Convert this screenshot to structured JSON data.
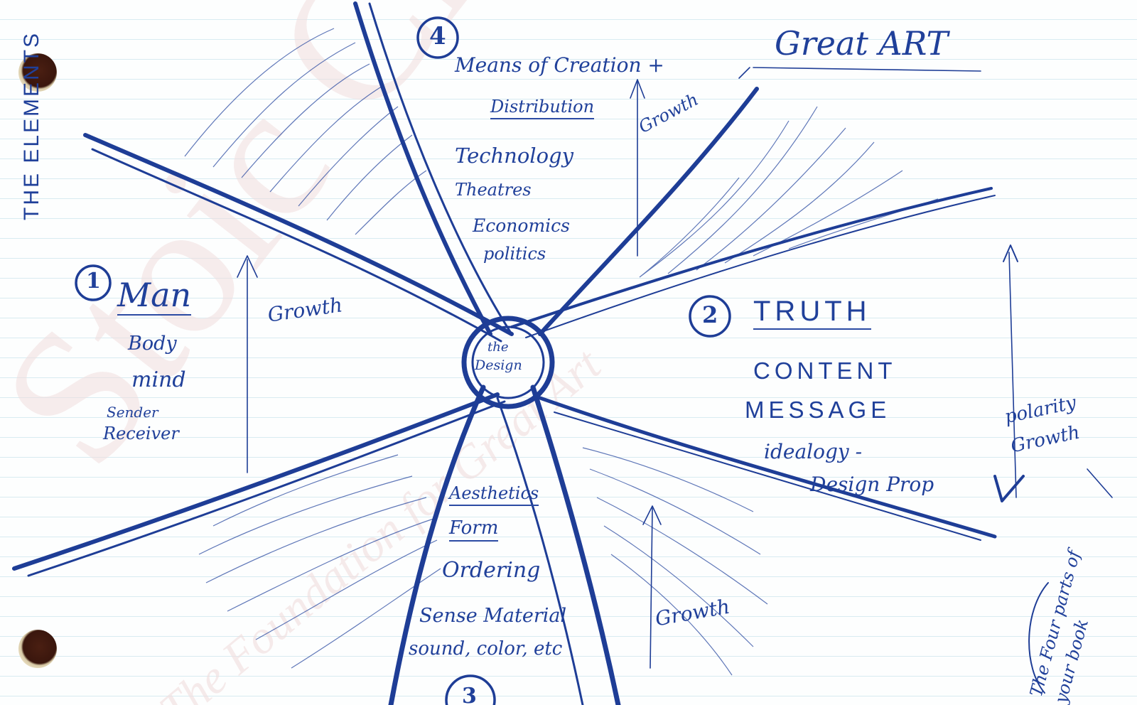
{
  "page": {
    "margin_note": "THE ELEMENTS",
    "top_left": "",
    "title": "Great ART"
  },
  "sections": {
    "one": {
      "number": "1",
      "heading": "Man",
      "lines": [
        "Body",
        "mind",
        "Sender",
        "Receiver"
      ],
      "arrow_label": "Growth"
    },
    "two": {
      "number": "2",
      "heading": "TRUTH",
      "lines": [
        "CONTENT",
        "MESSAGE",
        "idealogy -",
        "Design Prop"
      ],
      "arrow_label": "polarity Growth"
    },
    "three": {
      "number": "3",
      "heading": "Aesthetics",
      "lines": [
        "Form",
        "Ordering",
        "Sense Material",
        "sound, color, etc"
      ],
      "arrow_label": "Growth"
    },
    "four": {
      "number": "4",
      "heading": "Means of Creation +",
      "lines": [
        "Distribution",
        "Technology",
        "Theatres",
        "Economics",
        "politics"
      ],
      "arrow_label": "Growth"
    }
  },
  "center": {
    "label_1": "the",
    "label_2": "Design"
  },
  "side_note": "The Four parts of your book",
  "watermark": {
    "large": "Stoic Circle",
    "small": "The Foundation for Great Art"
  },
  "colors": {
    "ink": "#1e3d96",
    "paper": "#fdfefe",
    "rule": "#d8ebf1",
    "watermark": "#f1dede"
  }
}
